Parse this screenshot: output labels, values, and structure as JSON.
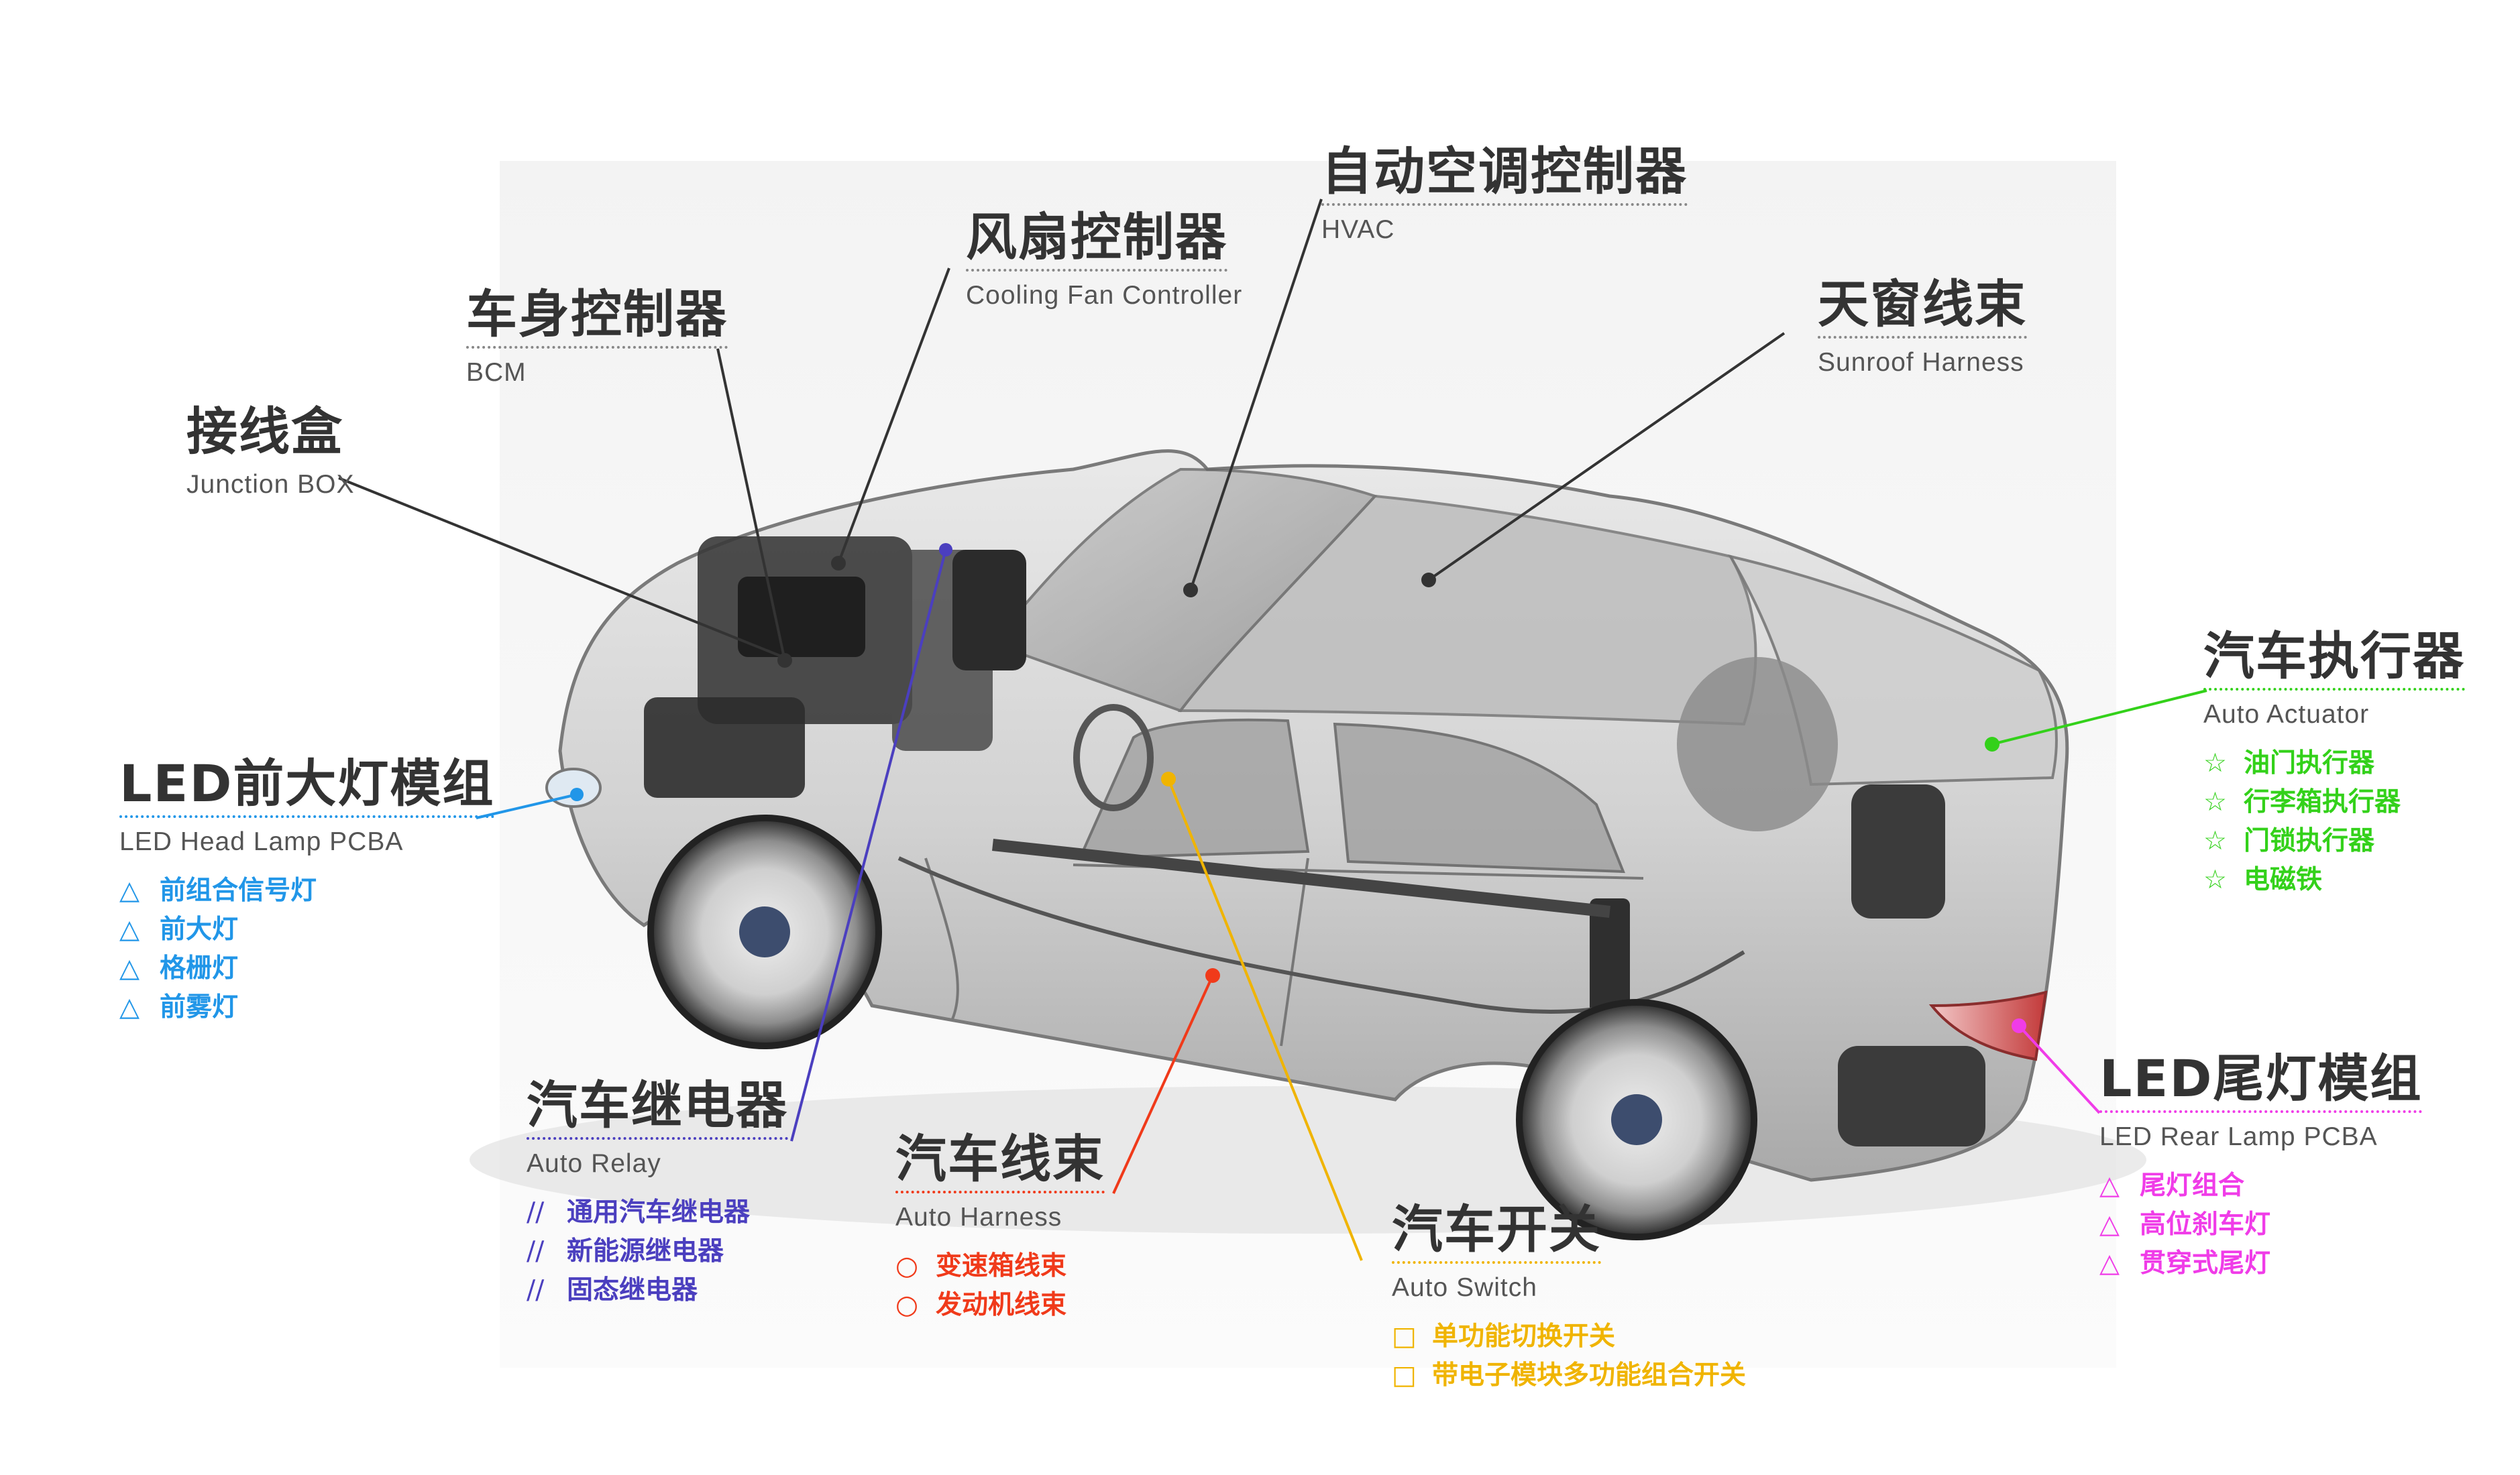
{
  "colors": {
    "leader_dark": "#333333",
    "head_lamp": "#2196e8",
    "relay": "#4b3fbf",
    "harness": "#f03a1a",
    "switch": "#f0b400",
    "actuator": "#33d11a",
    "tail_lamp": "#f03ce8"
  },
  "labels": {
    "hvac": {
      "cn": "自动空调控制器",
      "en": "HVAC"
    },
    "fan": {
      "cn": "风扇控制器",
      "en": "Cooling Fan Controller"
    },
    "bcm": {
      "cn": "车身控制器",
      "en": "BCM"
    },
    "sunroof": {
      "cn": "天窗线束",
      "en": "Sunroof Harness"
    },
    "junction": {
      "cn": "接线盒",
      "en": "Junction BOX"
    },
    "head_lamp": {
      "cn": "LED前大灯模组",
      "en": "LED Head Lamp PCBA",
      "bullet": "△",
      "items": [
        "前组合信号灯",
        "前大灯",
        "格栅灯",
        "前雾灯"
      ]
    },
    "actuator": {
      "cn": "汽车执行器",
      "en": "Auto Actuator",
      "bullet": "☆",
      "items": [
        "油门执行器",
        "行李箱执行器",
        "门锁执行器",
        "电磁铁"
      ]
    },
    "relay": {
      "cn": "汽车继电器",
      "en": "Auto Relay",
      "bullet": "//",
      "items": [
        "通用汽车继电器",
        "新能源继电器",
        "固态继电器"
      ]
    },
    "harness": {
      "cn": "汽车线束",
      "en": "Auto Harness",
      "bullet": "○",
      "items": [
        "变速箱线束",
        "发动机线束"
      ]
    },
    "switch": {
      "cn": "汽车开关",
      "en": "Auto Switch",
      "bullet": "□",
      "items": [
        "单功能切换开关",
        "带电子模块多功能组合开关"
      ]
    },
    "tail_lamp": {
      "cn": "LED尾灯模组",
      "en": "LED Rear Lamp PCBA",
      "bullet": "△",
      "items": [
        "尾灯组合",
        "高位刹车灯",
        "贯穿式尾灯"
      ]
    }
  }
}
